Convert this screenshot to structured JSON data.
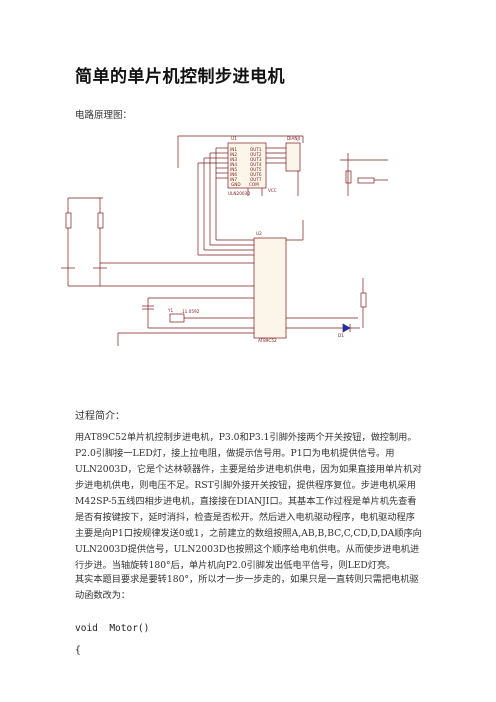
{
  "doc": {
    "title": "简单的单片机控制步进电机",
    "circuit_label": "电路原理图：",
    "section_heading": "过程简介：",
    "paragraph1": "用AT89C52单片机控制步进电机，P3.0和P3.1引脚外接两个开关按钮，做控制用。P2.0引脚接一LED灯，接上拉电阻，做提示信号用。P1口为电机提供信号。用ULN2003D，它是个达林顿器件，主要是给步进电机供电，因为如果直接用单片机对步进电机供电，则电压不足。RST引脚外接开关按钮，提供程序复位。步进电机采用M42SP-5五线四相步进电机，直接接在DIANJI口。其基本工作过程是单片机先查看是否有按键按下，延时消抖，检查是否松开。然后进入电机驱动程序，电机驱动程序主要是向P1口按规律发送0或1，之前建立的数组按照A,AB,B,BC,C,CD,D,DA顺序向ULN2003D提供信号，ULN2003D也按照这个顺序给电机供电。从而使步进电机进行步进。当轴旋转180°后，单片机向P2.0引脚发出低电平信号，则LED灯亮。",
    "paragraph2": "其实本题目要求是要转180°，所以才一步一步走的，如果只是一直转则只需把电机驱动函数改为：",
    "code_line1": "void  Motor()",
    "code_line2": "{"
  },
  "schematic": {
    "u1_label": "U1",
    "u1_part": "ULN2003D",
    "u2_label": "U2",
    "u2_part": "AT89C52",
    "conn_label": "DIANJI",
    "pins_left_u1": [
      "IN1",
      "IN2",
      "IN3",
      "IN4",
      "IN5",
      "IN6",
      "IN7"
    ],
    "pins_right_u1": [
      "OUT1",
      "OUT2",
      "OUT3",
      "OUT4",
      "OUT5",
      "OUT6",
      "OUT7"
    ],
    "gnd_label": "GND",
    "com_label": "COM",
    "vcc_label": "VCC",
    "crystal_label": "Y1",
    "crystal_value": "11.0592",
    "led_label": "D1"
  }
}
